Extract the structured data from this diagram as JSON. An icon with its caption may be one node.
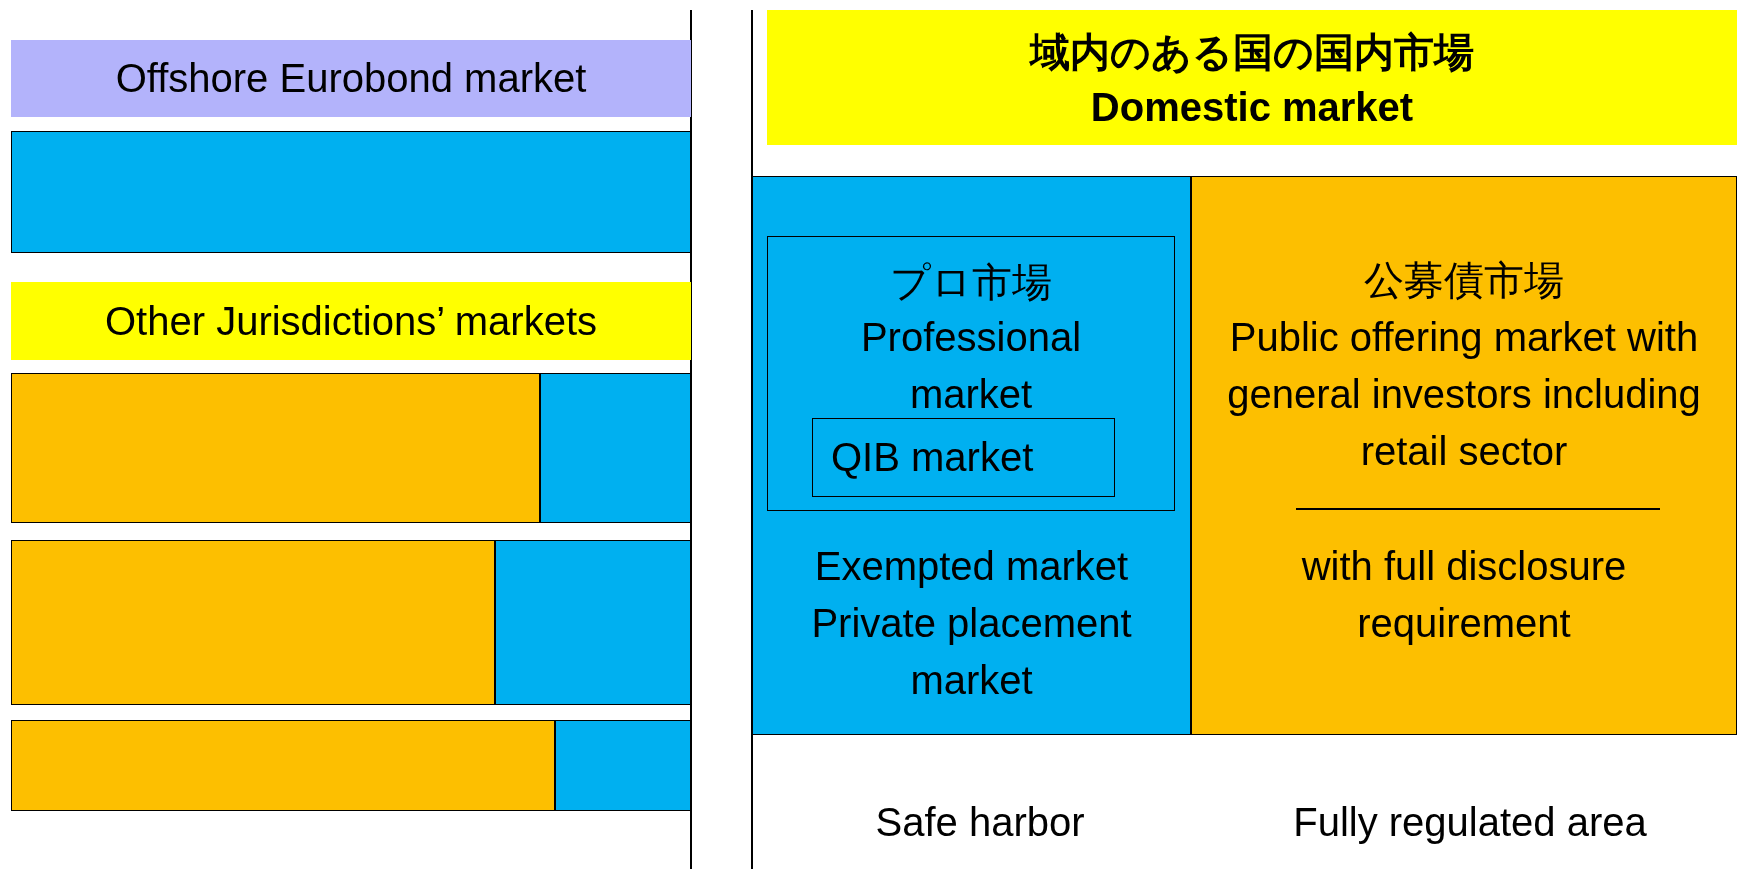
{
  "diagram": {
    "nodes": [
      {
        "text": [
          "Offshore Eurobond market"
        ]
      },
      {
        "text": [],
        "shape": "bar"
      },
      {
        "text": [
          "Other Jurisdictions’ markets"
        ]
      },
      {
        "text": [],
        "shape": "bar"
      },
      {
        "text": [],
        "shape": "bar"
      },
      {
        "text": [],
        "shape": "bar"
      },
      {
        "text": [],
        "shape": "bar"
      },
      {
        "text": [],
        "shape": "bar"
      },
      {
        "text": [],
        "shape": "bar"
      },
      {
        "text": [
          "域内のある国の国内市場",
          "Domestic market"
        ]
      },
      {
        "text": [
          "Exempted market Private placement market"
        ]
      },
      {
        "text": [
          "プロ市場",
          "Professional market"
        ],
        "in": 10
      },
      {
        "text": [
          "QIB market"
        ],
        "in": 11
      },
      {
        "text": [
          "公募債市場",
          "Public offering market with general investors including retail sector",
          "with full disclosure requirement"
        ]
      }
    ],
    "labels": [
      "Safe harbor",
      "Fully regulated area"
    ]
  }
}
